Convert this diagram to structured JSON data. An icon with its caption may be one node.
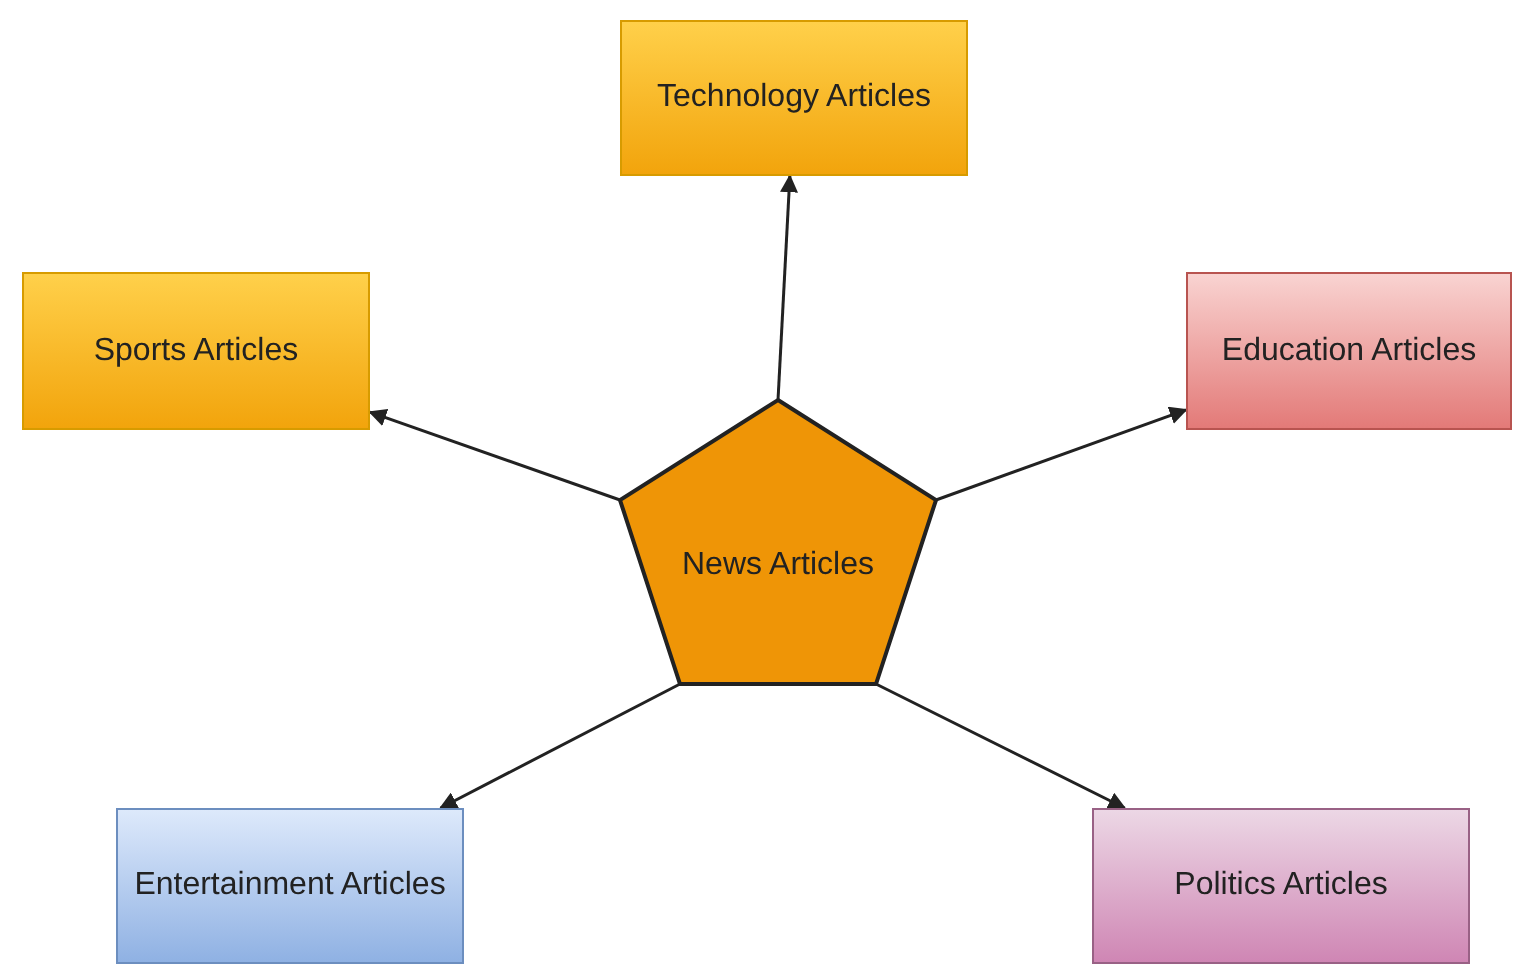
{
  "diagram": {
    "nodes": [
      {
        "text": [
          "Technology Articles"
        ]
      },
      {
        "text": [
          "Sports Articles"
        ]
      },
      {
        "text": [
          "Education Articles"
        ]
      },
      {
        "text": [
          "News Articles"
        ]
      },
      {
        "text": [
          "Entertainment Articles"
        ]
      },
      {
        "text": [
          "Politics Articles"
        ]
      }
    ],
    "edges": [
      {
        "from": 3,
        "to": 0,
        "arrow": "to"
      },
      {
        "from": 3,
        "to": 1,
        "arrow": "to"
      },
      {
        "from": 3,
        "to": 2,
        "arrow": "to"
      },
      {
        "from": 3,
        "to": 4,
        "arrow": "to"
      },
      {
        "from": 3,
        "to": 5,
        "arrow": "to"
      }
    ]
  }
}
